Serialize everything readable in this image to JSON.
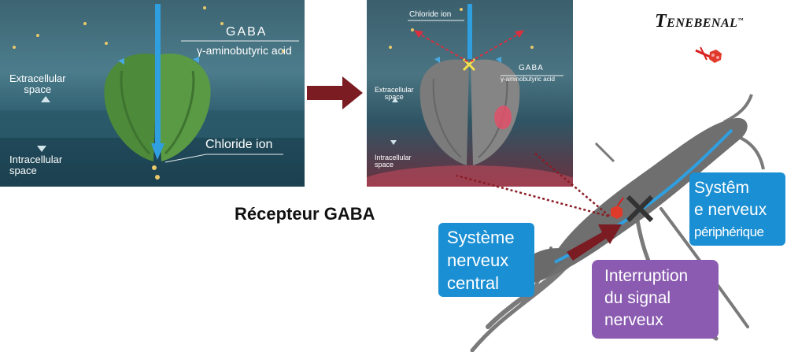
{
  "left_panel": {
    "gaba_label": "GABA",
    "gaba_sub": "γ-aminobutyric acid",
    "extracellular": "Extracellular\nspace",
    "intracellular": "Intracellular\nspace",
    "chloride": "Chloride ion"
  },
  "right_panel": {
    "chloride": "Chloride ion",
    "gaba_label": "GABA",
    "gaba_sub": "γ-aminobutyric acid",
    "extracellular": "Extracellular\nspace",
    "intracellular": "Intracellular\nspace"
  },
  "title": "Récepteur GABA",
  "logo": {
    "initial": "T",
    "rest": "ENEBENAL",
    "tm": "™"
  },
  "labels": {
    "central": "Système\nnerveux\ncentral",
    "peripheral_line1": "Systêm",
    "peripheral_line2": "e nerveux",
    "peripheral_line3": "périphérique",
    "interruption": "Interruption\ndu signal\nnerveux"
  },
  "colors": {
    "blue_box": "#1b8fd3",
    "purple_box": "#8a5bb0",
    "arrow_dark_red": "#7a1c22",
    "insect_gray": "#6f6f6f"
  }
}
